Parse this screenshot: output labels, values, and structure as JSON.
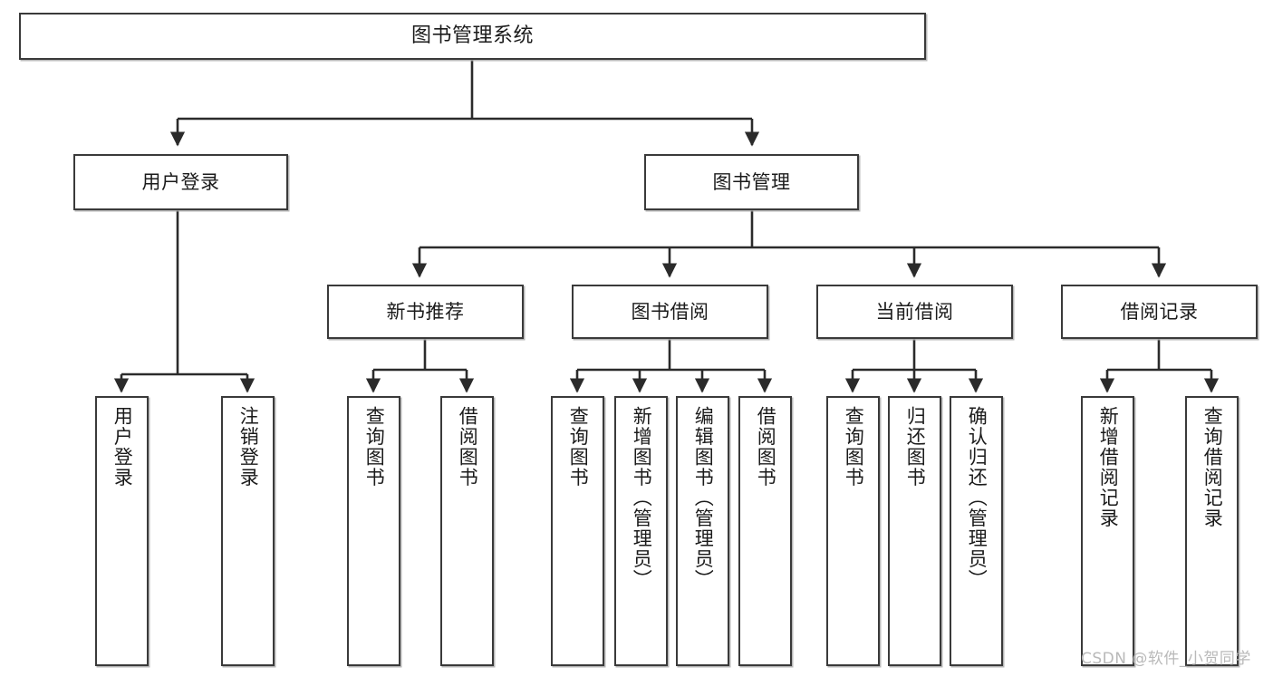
{
  "diagram": {
    "type": "tree-hierarchy",
    "title": "图书管理系统",
    "watermark": "CSDN @软件_小贺同学",
    "colors": {
      "box_border": "#3a3a3a",
      "box_fill": "#ffffff",
      "edge": "#2b2b2b",
      "canvas": "#ffffff",
      "watermark": "#b9b9b9"
    },
    "levels": {
      "root": {
        "label": "图书管理系统"
      },
      "level2": [
        {
          "label": "用户登录"
        },
        {
          "label": "图书管理"
        }
      ],
      "level3": [
        {
          "label": "新书推荐"
        },
        {
          "label": "图书借阅"
        },
        {
          "label": "当前借阅"
        },
        {
          "label": "借阅记录"
        }
      ],
      "leaves": {
        "user_login": [
          {
            "label": "用户登录"
          },
          {
            "label": "注销登录"
          }
        ],
        "new_book_recommend": [
          {
            "label": "查询图书"
          },
          {
            "label": "借阅图书"
          }
        ],
        "book_borrow": [
          {
            "label": "查询图书"
          },
          {
            "label": "新增图书（管理员）"
          },
          {
            "label": "编辑图书（管理员）"
          },
          {
            "label": "借阅图书"
          }
        ],
        "current_borrow": [
          {
            "label": "查询图书"
          },
          {
            "label": "归还图书"
          },
          {
            "label": "确认归还（管理员）"
          }
        ],
        "borrow_record": [
          {
            "label": "新增借阅记录"
          },
          {
            "label": "查询借阅记录"
          }
        ]
      }
    }
  }
}
